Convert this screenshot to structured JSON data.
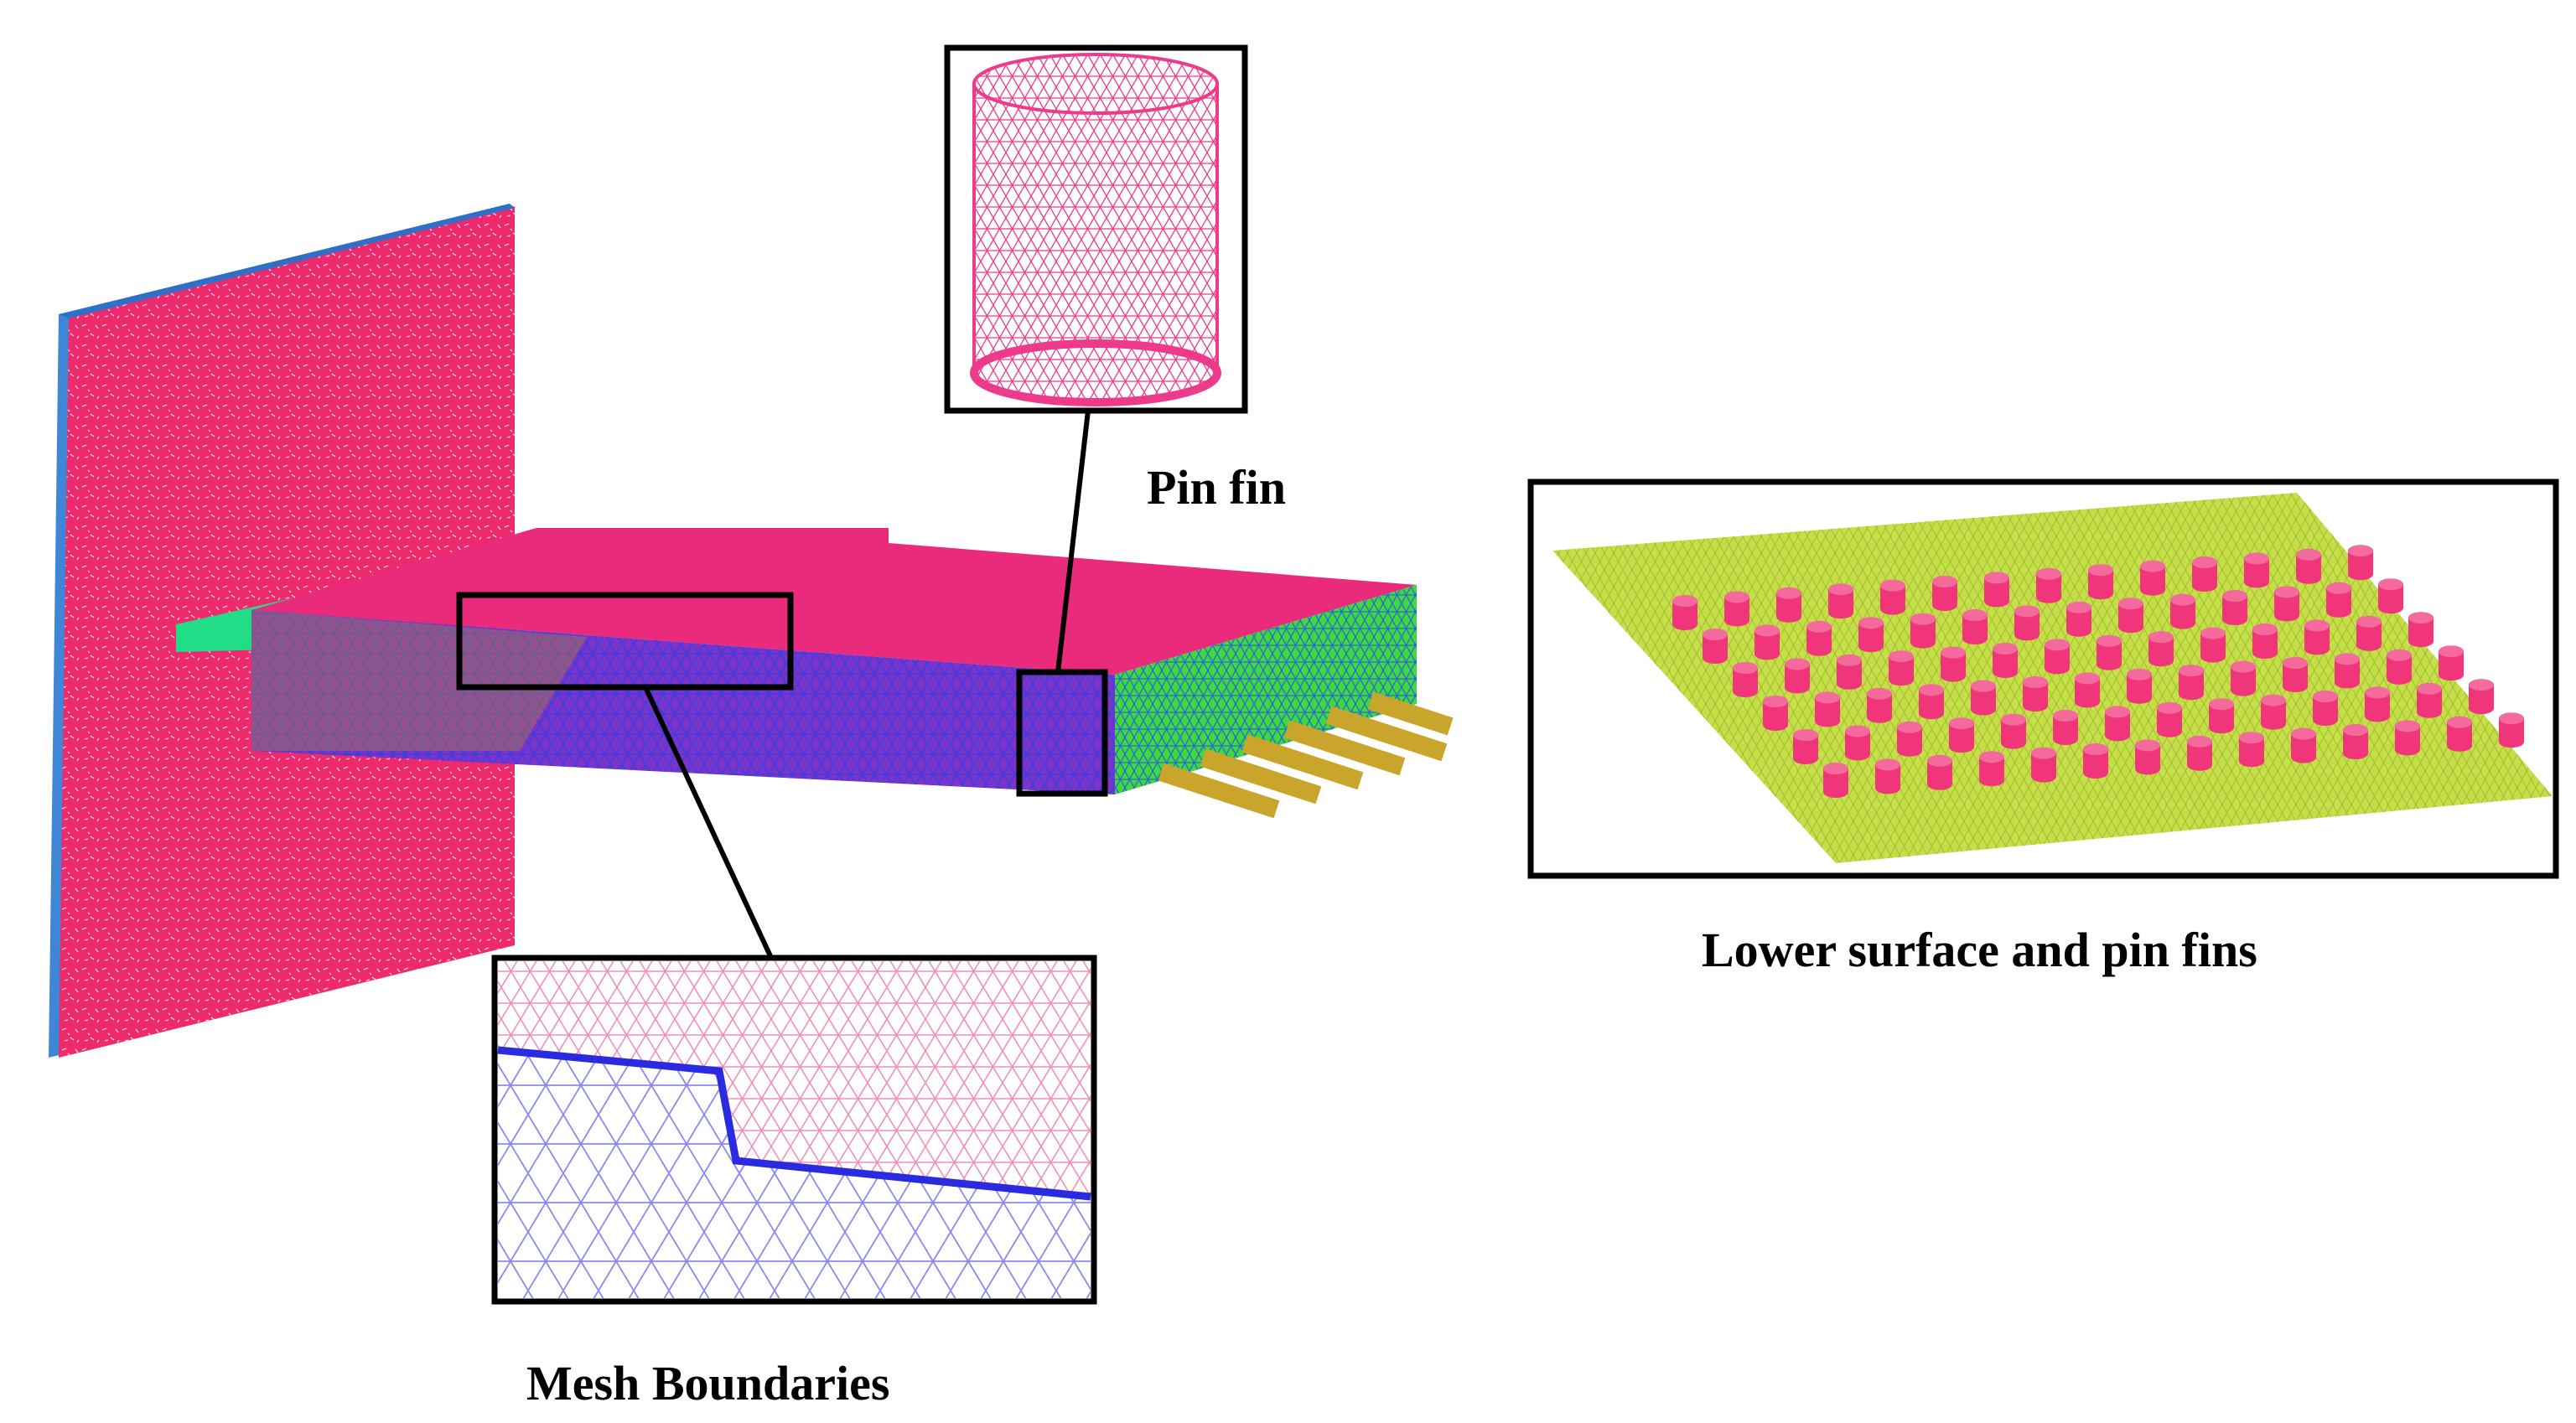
{
  "captions": {
    "pin_fin": "Pin fin",
    "lower_surface": "Lower surface and pin fins",
    "mesh_boundaries": "Mesh Boundaries"
  },
  "colors": {
    "plate": "#ee2a6c",
    "plate_edge": "#3f86d6",
    "top_surface": "#ea2a7a",
    "side_purple": "#7b33c8",
    "side_green": "#3fd93a",
    "green_fin": "#22dd88",
    "tube_gold": "#c9a52c",
    "lower_surface": "#c5de4a",
    "pin_pink": "#f0357a",
    "wire_pink": "#ee3a8a",
    "wire_blue": "#4545e6",
    "frame": "#000000"
  }
}
